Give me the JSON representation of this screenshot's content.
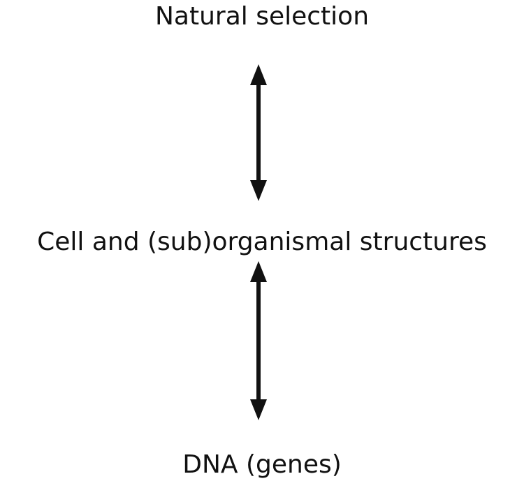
{
  "diagram": {
    "nodes": [
      {
        "id": "natural-selection",
        "label": "Natural selection"
      },
      {
        "id": "cell-structures",
        "label": "Cell and (sub)organismal structures"
      },
      {
        "id": "dna",
        "label": "DNA (genes)"
      }
    ],
    "edges": [
      {
        "from": "natural-selection",
        "to": "cell-structures",
        "style": "bidirectional"
      },
      {
        "from": "cell-structures",
        "to": "dna",
        "style": "bidirectional"
      }
    ],
    "colors": {
      "text": "#111111",
      "arrow": "#111111",
      "background": "#ffffff"
    }
  }
}
